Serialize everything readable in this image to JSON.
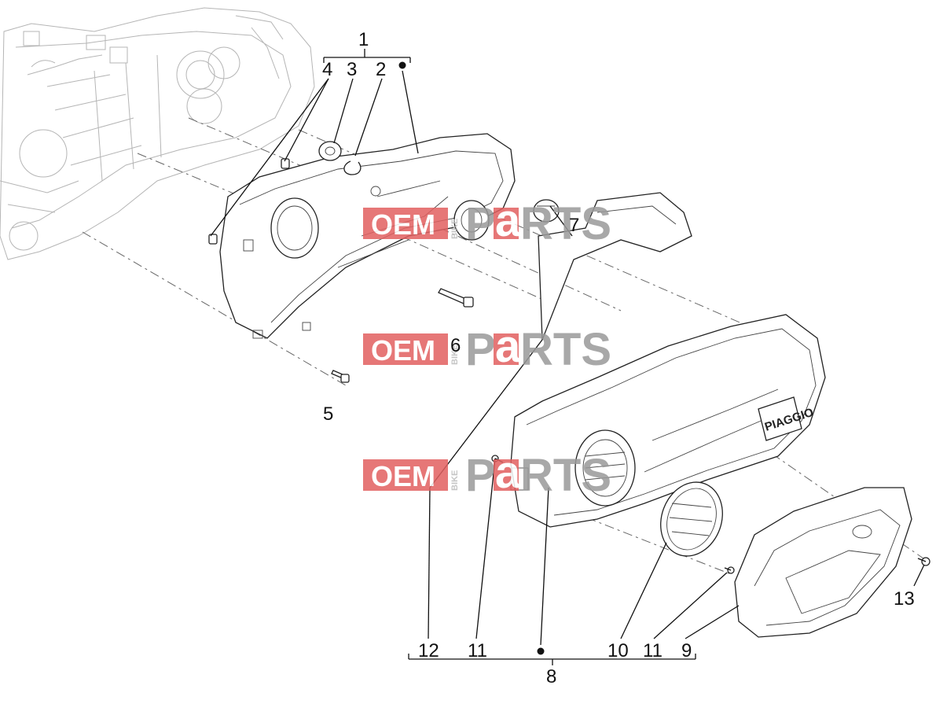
{
  "callouts": {
    "c1": "1",
    "c2": "2",
    "c3": "3",
    "c4": "4",
    "c5": "5",
    "c6": "6",
    "c7": "7",
    "c8": "8",
    "c9": "9",
    "c10": "10",
    "c11a": "11",
    "c11b": "11",
    "c12": "12",
    "c13": "13"
  },
  "watermark": {
    "oem": "OEM",
    "bike": "BIKE",
    "p": "P",
    "a": "a",
    "rts": "RTS"
  },
  "part_text": {
    "brand": "PIAGGIO"
  },
  "colors": {
    "watermark_red": "#e26060",
    "watermark_gray": "#9a9a9a",
    "line": "#111111"
  }
}
